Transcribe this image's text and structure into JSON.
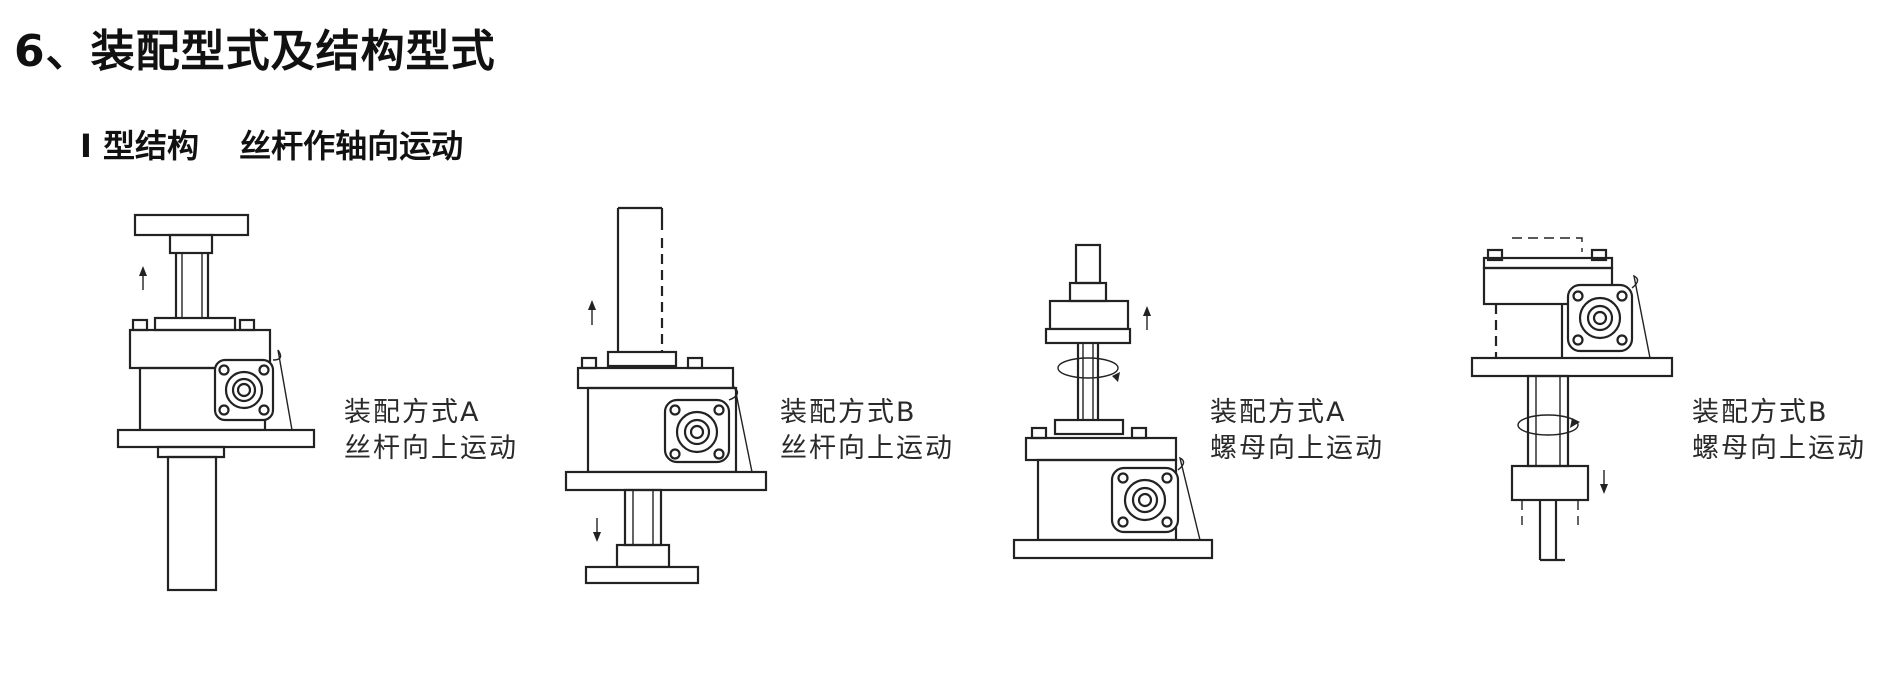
{
  "section_title": "6、装配型式及结构型式",
  "subsection": {
    "label": "I 型结构",
    "description": "丝杆作轴向运动"
  },
  "diagrams": [
    {
      "line1": "装配方式A",
      "line2": "丝杆向上运动"
    },
    {
      "line1": "装配方式B",
      "line2": "丝杆向上运动"
    },
    {
      "line1": "装配方式A",
      "line2": "螺母向上运动"
    },
    {
      "line1": "装配方式B",
      "line2": "螺母向上运动"
    }
  ]
}
